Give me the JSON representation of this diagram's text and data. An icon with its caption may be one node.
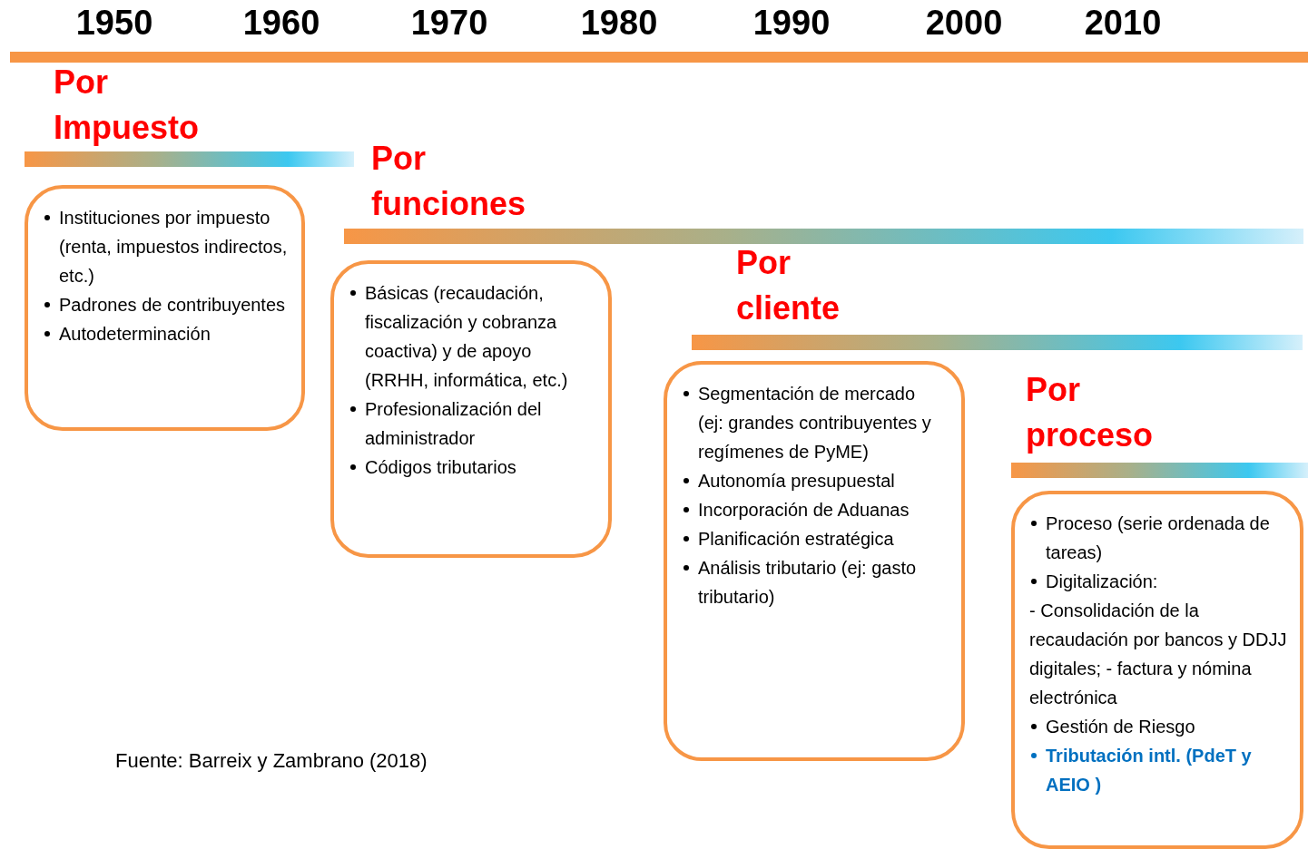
{
  "diagram": {
    "nodes": [
      {
        "text": [
          "Por Impuesto",
          "Instituciones por impuesto (renta, impuestos indirectos, etc.)",
          "Padrones de contribuyentes",
          "Autodeterminación"
        ]
      },
      {
        "text": [
          "Por funciones",
          "Básicas (recaudación, fiscalización y cobranza coactiva) y de apoyo (RRHH, informática, etc.)",
          "Profesionalización del administrador",
          "Códigos tributarios"
        ]
      },
      {
        "text": [
          "Por cliente",
          "Segmentación de mercado (ej: grandes contribuyentes y regímenes de PyME)",
          "Autonomía presupuestal",
          "Incorporación de Aduanas",
          "Planificación estratégica",
          "Análisis tributario (ej: gasto tributario)"
        ]
      },
      {
        "text": [
          "Por proceso",
          "Proceso (serie ordenada de tareas)",
          "Digitalización:",
          "- Consolidación de la recaudación por bancos y DDJJ digitales; - factura y nómina electrónica",
          "Gestión de Riesgo",
          "Tributación intl. (PdeT y AEIO )"
        ]
      },
      {
        "text": [],
        "shape": "bar"
      },
      {
        "text": [],
        "shape": "bar"
      },
      {
        "text": [],
        "shape": "bar"
      },
      {
        "text": [],
        "shape": "bar"
      }
    ],
    "edges": [],
    "labels": [
      "1950",
      "1960",
      "1970",
      "1980",
      "1990",
      "2000",
      "2010",
      "Fuente: Barreix y Zambrano (2018)"
    ]
  }
}
